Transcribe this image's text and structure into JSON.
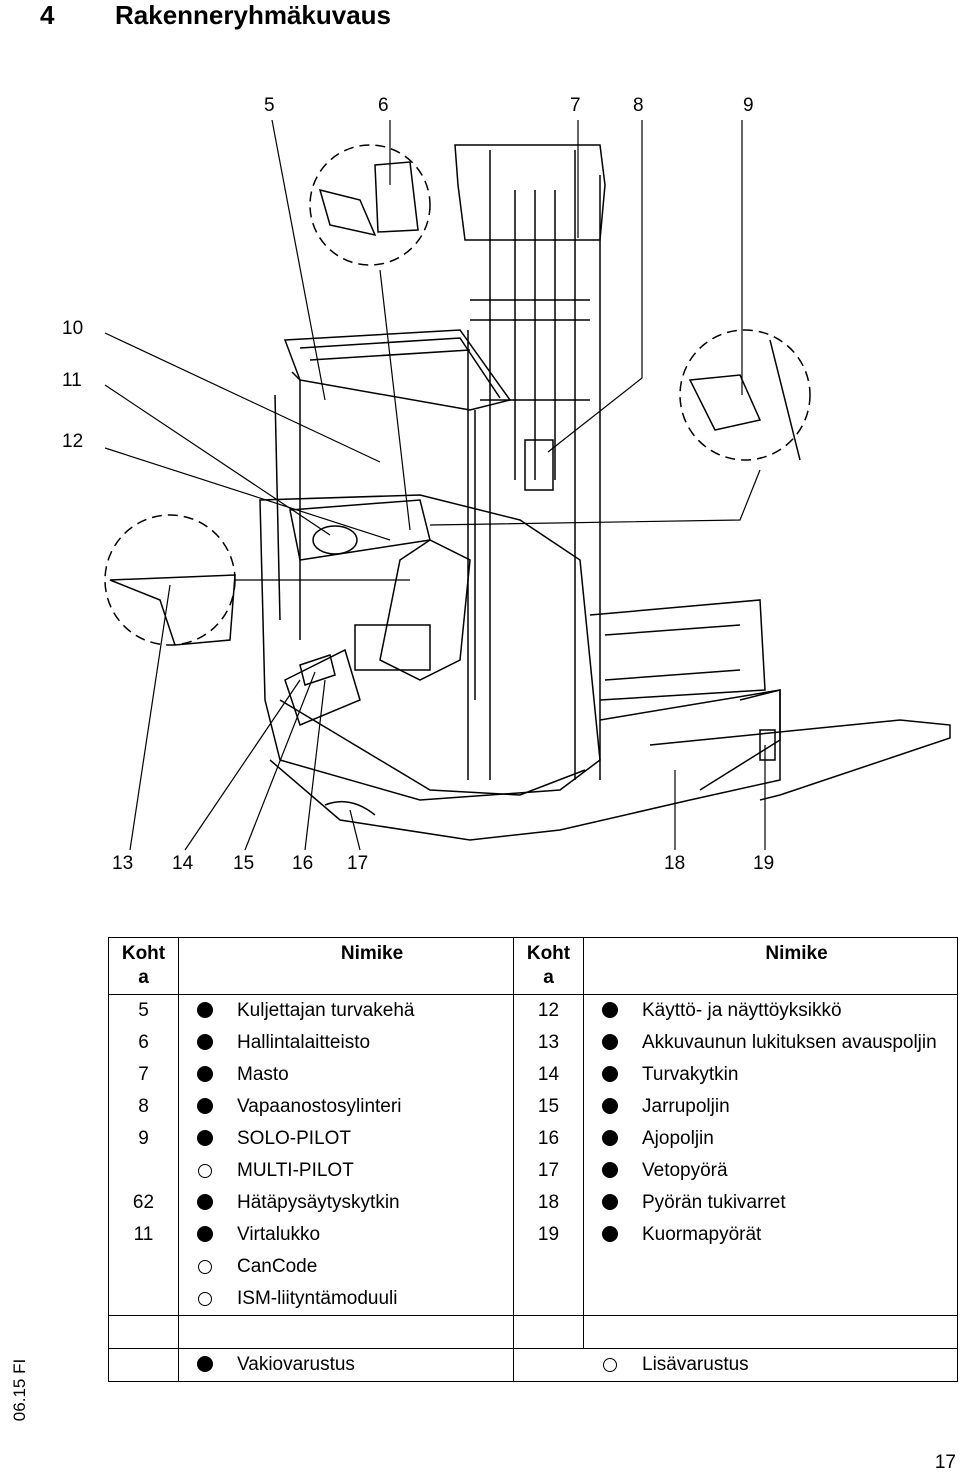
{
  "heading": {
    "number": "4",
    "title": "Rakenneryhmäkuvaus"
  },
  "figure": {
    "callouts_top": [
      "5",
      "6",
      "7",
      "8",
      "9"
    ],
    "callouts_left": [
      "10",
      "11",
      "12"
    ],
    "callouts_bottom": [
      "13",
      "14",
      "15",
      "16",
      "17",
      "18",
      "19"
    ]
  },
  "table": {
    "headers": {
      "pos": "Koht a",
      "name": "Nimike",
      "pos2": "Koht a",
      "name2": "Nimike"
    },
    "rows": [
      {
        "pos": "5",
        "sym": "std",
        "name": "Kuljettajan turvakehä",
        "pos2": "12",
        "sym2": "std",
        "name2": "Käyttö- ja näyttöyksikkö"
      },
      {
        "pos": "6",
        "sym": "std",
        "name": "Hallintalaitteisto",
        "pos2": "13",
        "sym2": "std",
        "name2": "Akkuvaunun lukituksen avauspoljin"
      },
      {
        "pos": "7",
        "sym": "std",
        "name": "Masto",
        "pos2": "14",
        "sym2": "std",
        "name2": "Turvakytkin"
      },
      {
        "pos": "8",
        "sym": "std",
        "name": "Vapaanostosylinteri",
        "pos2": "15",
        "sym2": "std",
        "name2": "Jarrupoljin"
      },
      {
        "pos": "9",
        "sym": "std",
        "name": "SOLO-PILOT",
        "pos2": "16",
        "sym2": "std",
        "name2": "Ajopoljin"
      },
      {
        "pos": "",
        "sym": "opt",
        "name": "MULTI-PILOT",
        "pos2": "17",
        "sym2": "std",
        "name2": "Vetopyörä"
      },
      {
        "pos": "62",
        "sym": "std",
        "name": "Hätäpysäytyskytkin",
        "pos2": "18",
        "sym2": "std",
        "name2": "Pyörän tukivarret"
      },
      {
        "pos": "11",
        "sym": "std",
        "name": "Virtalukko",
        "pos2": "19",
        "sym2": "std",
        "name2": "Kuormapyörät"
      },
      {
        "pos": "",
        "sym": "opt",
        "name": "CanCode",
        "pos2": "",
        "sym2": "",
        "name2": ""
      },
      {
        "pos": "",
        "sym": "opt",
        "name": "ISM-liityntämoduuli",
        "pos2": "",
        "sym2": "",
        "name2": ""
      }
    ],
    "legend": {
      "standard": "Vakiovarustus",
      "optional": "Lisävarustus"
    }
  },
  "footer": {
    "side_code": "06.15 FI",
    "page_number": "17"
  }
}
